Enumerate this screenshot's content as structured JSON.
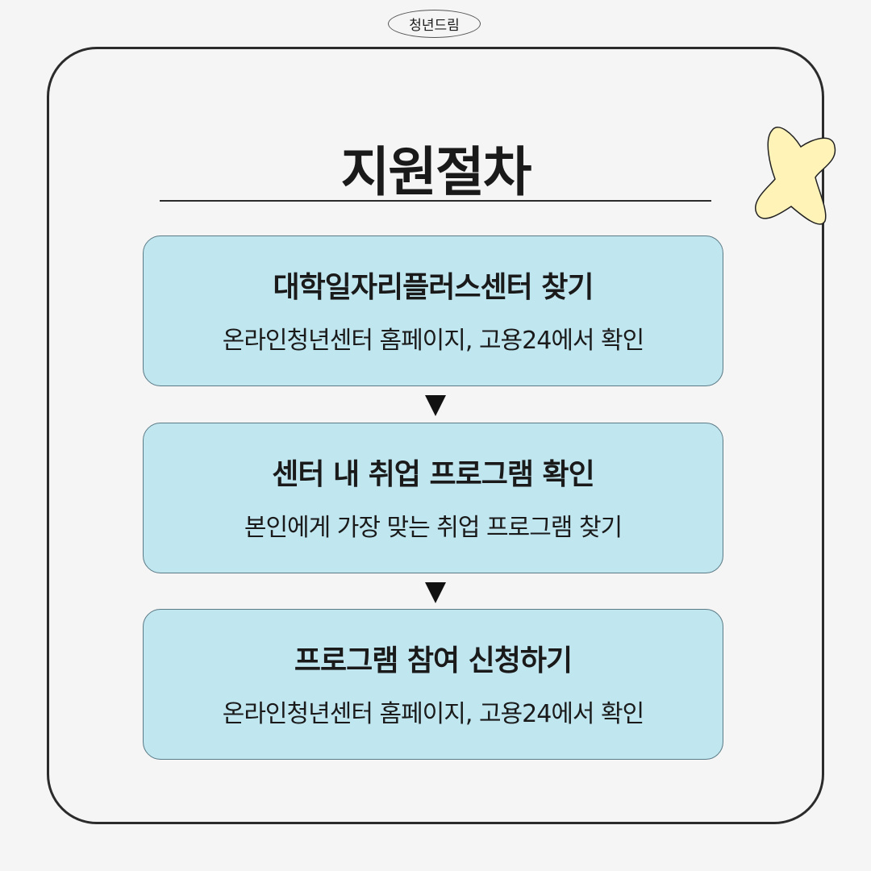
{
  "brand": "청년드림",
  "title": "지원절차",
  "steps": [
    {
      "heading": "대학일자리플러스센터 찾기",
      "description": "온라인청년센터 홈페이지, 고용24에서 확인"
    },
    {
      "heading": "센터 내 취업 프로그램 확인",
      "description": "본인에게 가장 맞는 취업 프로그램 찾기"
    },
    {
      "heading": "프로그램 참여 신청하기",
      "description": "온라인청년센터 홈페이지, 고용24에서 확인"
    }
  ],
  "colors": {
    "background": "#f5f5f5",
    "step_fill": "#c0e6f0",
    "star_fill": "#fff3b8",
    "ink": "#1a1a1a"
  }
}
